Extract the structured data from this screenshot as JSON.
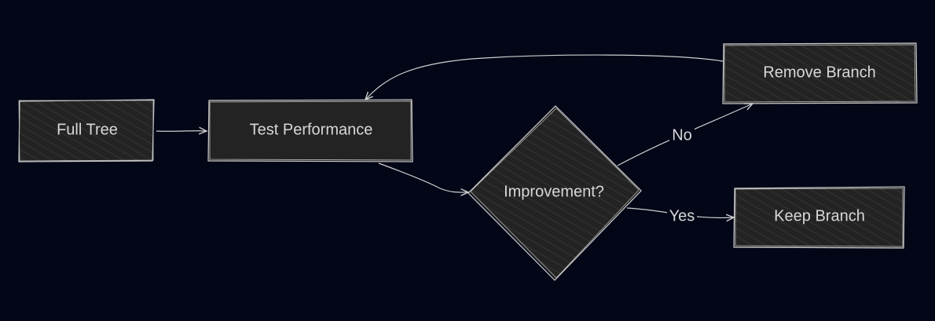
{
  "diagram": {
    "nodes": {
      "full_tree": "Full Tree",
      "test_performance": "Test Performance",
      "improvement": "Improvement?",
      "remove_branch": "Remove Branch",
      "keep_branch": "Keep Branch"
    },
    "edges": {
      "no": "No",
      "yes": "Yes"
    }
  },
  "colors": {
    "background": "#020617",
    "node_fill": "#232323",
    "stroke": "#cfcfcf",
    "text": "#d8d8d8"
  }
}
